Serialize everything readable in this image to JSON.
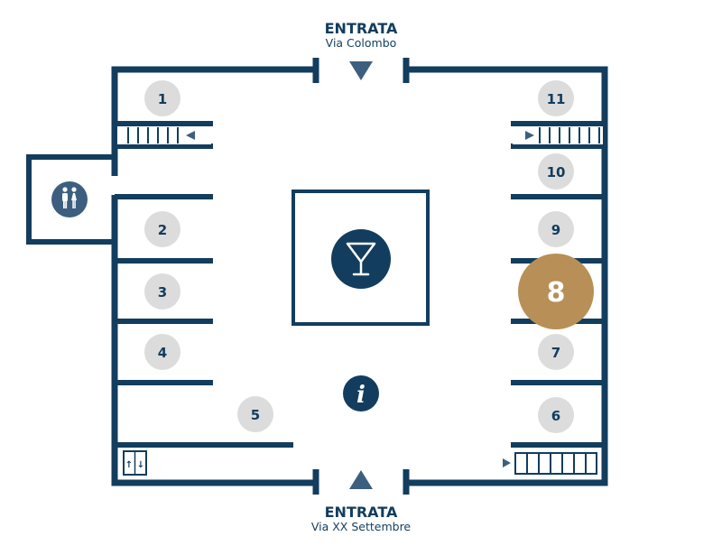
{
  "colors": {
    "wall": "#123d5e",
    "shop": "#dcdcdc",
    "highlight": "#b88f56",
    "icon_bg": "#3d5f7f"
  },
  "entrances": {
    "top": {
      "title": "ENTRATA",
      "street": "Via Colombo"
    },
    "bottom": {
      "title": "ENTRATA",
      "street": "Via XX Settembre"
    }
  },
  "shops": {
    "s1": "1",
    "s2": "2",
    "s3": "3",
    "s4": "4",
    "s5": "5",
    "s6": "6",
    "s7": "7",
    "s8": "8",
    "s9": "9",
    "s10": "10",
    "s11": "11"
  },
  "highlighted_shop": "8",
  "icons": {
    "restroom": "restroom-icon",
    "bar": "cocktail-icon",
    "info": "info-icon",
    "elevator": "elevator-icon",
    "info_glyph": "i"
  }
}
